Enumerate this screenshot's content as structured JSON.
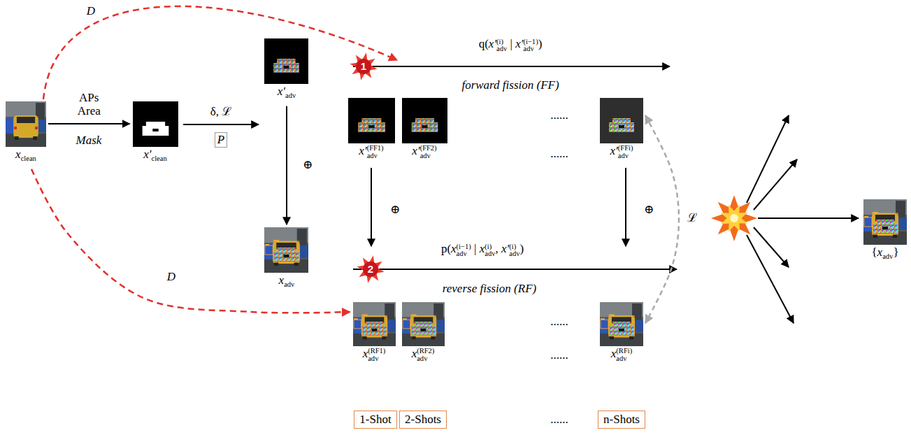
{
  "diagram": {
    "nodes": [
      {
        "text": [
          "xclean"
        ]
      },
      {
        "text": [
          "x′clean"
        ]
      },
      {
        "text": [
          "x′adv"
        ]
      },
      {
        "text": [
          "xadv"
        ]
      },
      {
        "text": [
          "x′adv(FF1)"
        ]
      },
      {
        "text": [
          "x′adv(FF2)"
        ]
      },
      {
        "text": [
          "x′adv(FFi)"
        ]
      },
      {
        "text": [
          "xadv(RF1)"
        ]
      },
      {
        "text": [
          "xadv(RF2)"
        ]
      },
      {
        "text": [
          "xadv(RFi)"
        ]
      },
      {
        "text": [
          "{xadv}"
        ]
      },
      {
        "text": [
          "1-Shot"
        ]
      },
      {
        "text": [
          "2-Shots"
        ]
      },
      {
        "text": [
          "n-Shots"
        ]
      }
    ],
    "edges": [
      {
        "from": 0,
        "to": 1,
        "arrow": "to",
        "label": "APs Area"
      },
      {
        "from": 2,
        "to": 3,
        "arrow": "to",
        "label": "⊕"
      },
      {
        "from": 0,
        "to": 7,
        "arrow": "to",
        "label": "D"
      },
      {
        "from": 6,
        "to": 9,
        "arrow": "both",
        "label": "ℒ"
      }
    ],
    "labels": [
      "Mask",
      "δ, ℒ",
      "P",
      "D",
      "1",
      "q(x′adv(i) | x′adv(i−1))",
      "forward fission (FF)",
      "......",
      "......",
      "⊕",
      "⊕",
      "2",
      "p(xadv(i−1) | xadv(i), x′adv(i))",
      "reverse fission (RF)",
      "......",
      "......",
      "......"
    ]
  }
}
